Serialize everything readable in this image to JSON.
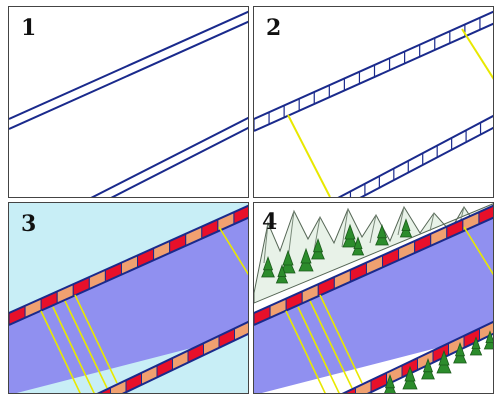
{
  "panels": [
    {
      "label": "1"
    },
    {
      "label": "2"
    },
    {
      "label": "3"
    },
    {
      "label": "4"
    }
  ],
  "colors": {
    "rail": "#1a2a8c",
    "yellow": "#e8e800",
    "road": "#9090f0",
    "sky": "#c8eef6",
    "red": "#e8102a",
    "tan": "#f0a070",
    "tree": "#2c8c2c",
    "mountain": "#e8f2e8"
  }
}
